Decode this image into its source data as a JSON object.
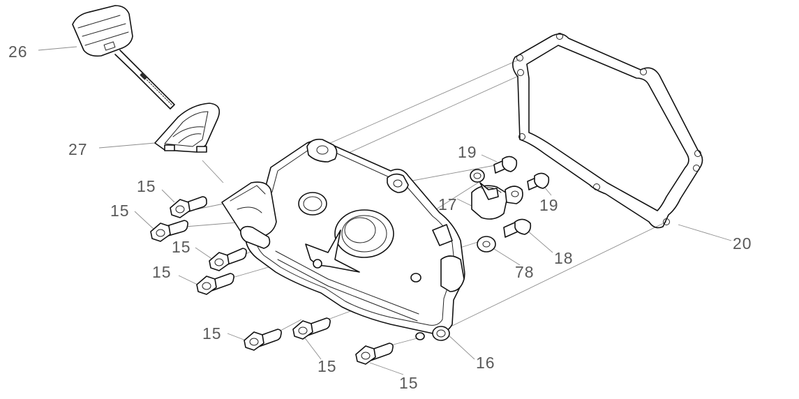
{
  "callouts": {
    "c26": "26",
    "c27": "27",
    "c15a": "15",
    "c15b": "15",
    "c15c": "15",
    "c15d": "15",
    "c15e": "15",
    "c15f": "15",
    "c15g": "15",
    "c16": "16",
    "c17": "17",
    "c18": "18",
    "c19a": "19",
    "c19b": "19",
    "c20": "20",
    "c78": "78"
  },
  "colors": {
    "line": "#111111",
    "leader": "#8c8c8c",
    "label": "#5a5a5a"
  }
}
